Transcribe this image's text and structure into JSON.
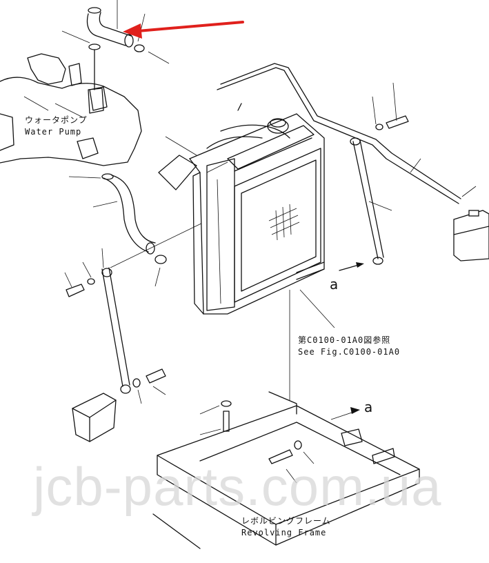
{
  "labels": {
    "water_pump_jp": "ウォータポンプ",
    "water_pump_en": "Water Pump",
    "see_fig_jp": "第C0100-01A0図参照",
    "see_fig_en": "See Fig.C0100-01A0",
    "frame_jp": "レボルビングフレーム",
    "frame_en": "Revolving Frame",
    "marker_a": "a"
  },
  "watermark": "jcb-parts.com.ua",
  "colors": {
    "arrow": "#e0201c",
    "line": "#111111",
    "watermark": "#d8d8d8"
  }
}
